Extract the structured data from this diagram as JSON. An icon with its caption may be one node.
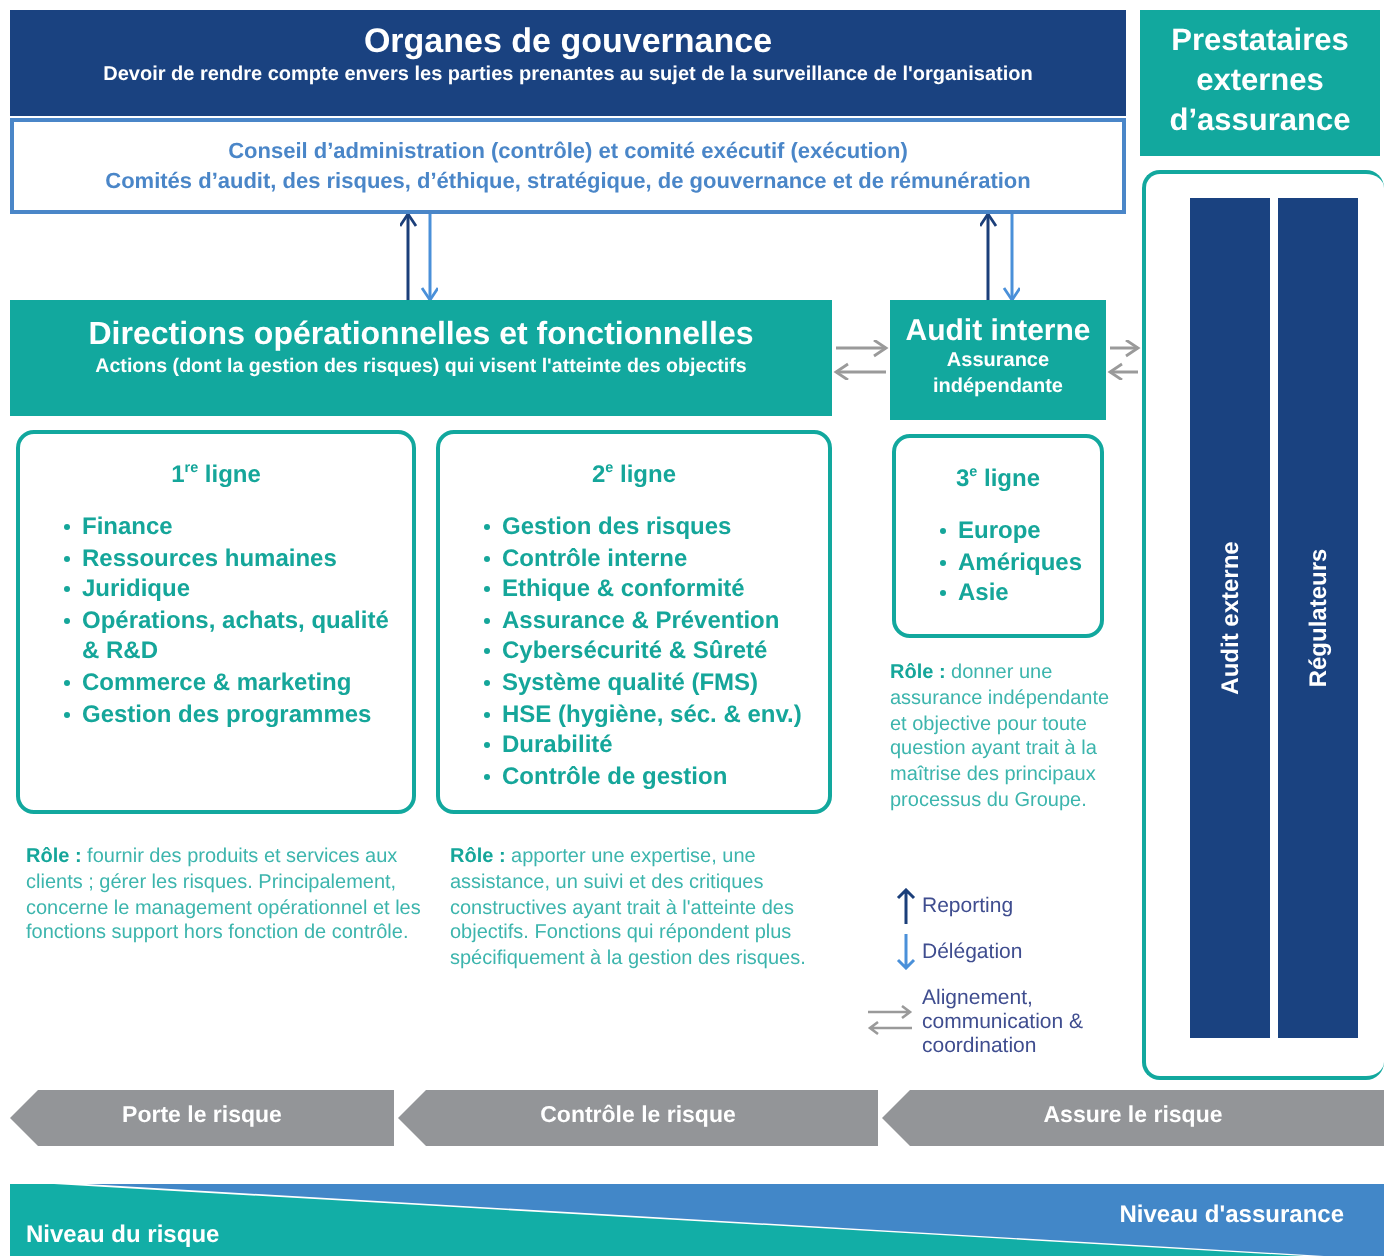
{
  "diagram": {
    "nodes": [
      {
        "text": [
          "Organes de gouvernance",
          "Devoir de rendre compte envers les parties prenantes au sujet de la surveillance de l'organisation"
        ]
      },
      {
        "text": [
          "Conseil d’administration (contrôle) et comité exécutif (exécution)",
          "Comités d’audit, des risques, d’éthique, stratégique, de gouvernance et de rémunération"
        ]
      },
      {
        "text": [
          "Prestataires externes d’assurance"
        ]
      },
      {
        "text": [
          "Directions opérationnelles et fonctionnelles",
          "Actions (dont la gestion des risques) qui visent l'atteinte des objectifs"
        ]
      },
      {
        "text": [
          "Audit interne",
          "Assurance indépendante"
        ]
      },
      {
        "text": [],
        "shape": "box"
      },
      {
        "text": [
          "Audit externe"
        ],
        "in": 5
      },
      {
        "text": [
          "Régulateurs"
        ],
        "in": 5
      },
      {
        "text": [
          "1$^{re}$ ligne",
          "Finance",
          "Ressources humaines",
          "Juridique",
          "Opérations, achats, qualité & R&D",
          "Commerce & marketing",
          "Gestion des programmes"
        ]
      },
      {
        "text": [
          "2$^{e}$ ligne",
          "Gestion des risques",
          "Contrôle interne",
          "Ethique & conformité",
          "Assurance & Prévention",
          "Cybersécurité & Sûreté",
          "Système qualité (FMS)",
          "HSE (hygiène, séc. & env.)",
          "Durabilité",
          "Contrôle de gestion"
        ]
      },
      {
        "text": [
          "3$^{e}$ ligne",
          "Europe",
          "Amériques",
          "Asie"
        ]
      },
      {
        "text": [
          "Porte le risque"
        ]
      },
      {
        "text": [
          "Contrôle le risque"
        ]
      },
      {
        "text": [
          "Assure le risque"
        ]
      },
      {
        "text": [
          "Niveau du risque",
          "Niveau d'assurance"
        ]
      }
    ],
    "edges": [
      {
        "from": 3,
        "to": 1,
        "arrow": "to",
        "color": "#1b3f7a"
      },
      {
        "from": 1,
        "to": 3,
        "arrow": "to",
        "color": "#4a90d9"
      },
      {
        "from": 4,
        "to": 1,
        "arrow": "to",
        "color": "#1b3f7a"
      },
      {
        "from": 1,
        "to": 4,
        "arrow": "to",
        "color": "#4a90d9"
      },
      {
        "from": 3,
        "to": 4,
        "arrow": "to"
      },
      {
        "from": 4,
        "to": 3,
        "arrow": "to"
      },
      {
        "from": 4,
        "to": 5,
        "arrow": "to"
      },
      {
        "from": 5,
        "to": 4,
        "arrow": "to"
      }
    ],
    "labels": [
      "**Rôle :** fournir des produits et services aux clients ; gérer les risques. Principalement, concerne le management opérationnel et les fonctions support hors fonction de contrôle.",
      "**Rôle :** apporter une expertise, une assistance, un suivi et des critiques constructives ayant trait à l'atteinte des objectifs. Fonctions qui répondent plus spécifiquement à la gestion des risques.",
      "**Rôle :** donner une assurance indépendante et objective pour toute question ayant trait à la maîtrise des principaux processus du Groupe."
    ],
    "legend": [
      {
        "text": "Reporting"
      },
      {
        "text": "Délégation"
      },
      {
        "text": "Alignement, communication & coordination"
      }
    ]
  }
}
